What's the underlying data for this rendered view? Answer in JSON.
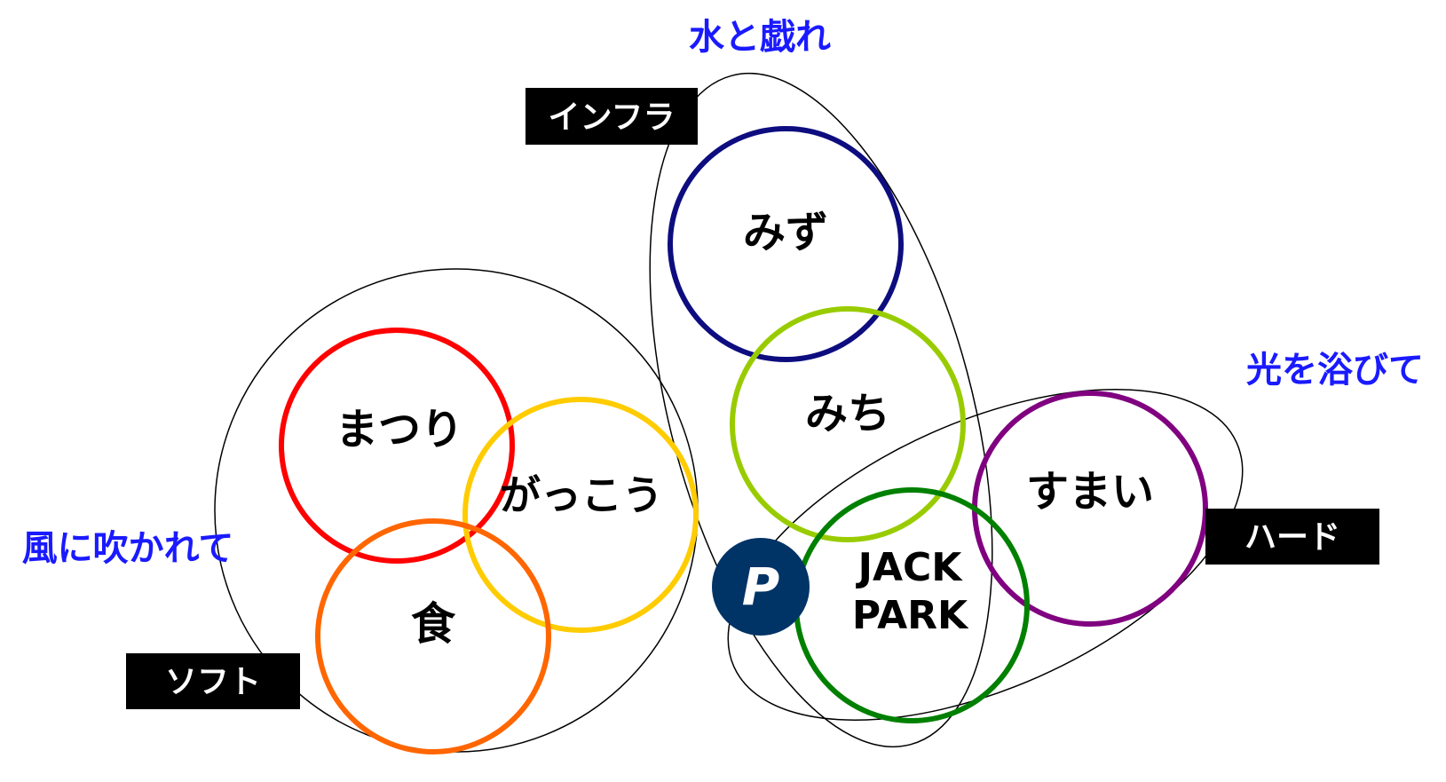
{
  "headings": {
    "top": "水と戯れ",
    "right": "光を浴びて",
    "left": "風に吹かれて"
  },
  "tags": {
    "infra": "インフラ",
    "hard": "ハード",
    "soft": "ソフト"
  },
  "circles": {
    "mizu": {
      "label": "みず",
      "color": "#0d0d80"
    },
    "michi": {
      "label": "みち",
      "color": "#99cc00"
    },
    "matsuri": {
      "label": "まつり",
      "color": "#ff0000"
    },
    "gakkou": {
      "label": "がっこう",
      "color": "#ffcc00"
    },
    "shoku": {
      "label": "食",
      "color": "#ff6600"
    },
    "sumai": {
      "label": "すまい",
      "color": "#800080"
    },
    "jackpark": {
      "label_line1": "JACK",
      "label_line2": "PARK",
      "color": "#008000"
    }
  },
  "parking": {
    "label": "P",
    "color": "#003366"
  }
}
